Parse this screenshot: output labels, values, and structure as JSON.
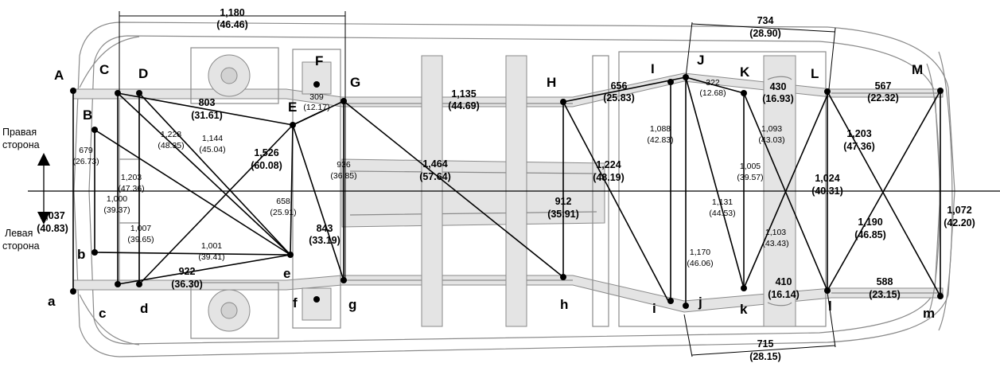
{
  "point_labels": {
    "A": "A",
    "B": "B",
    "C": "C",
    "D": "D",
    "E": "E",
    "F": "F",
    "G": "G",
    "H": "H",
    "I": "I",
    "J": "J",
    "K": "K",
    "L": "L",
    "M": "M",
    "a": "a",
    "b": "b",
    "c": "c",
    "d": "d",
    "e": "e",
    "f": "f",
    "g": "g",
    "h": "h",
    "i": "i",
    "j": "j",
    "k": "k",
    "l": "l",
    "m": "m"
  },
  "sides": {
    "right_line1": "Правая",
    "right_line2": "сторона",
    "left_line1": "Левая",
    "left_line2": "сторона"
  },
  "dimensions": {
    "d1180": [
      "1,180",
      "(46.46)"
    ],
    "d734": [
      "734",
      "(28.90)"
    ],
    "d715": [
      "715",
      "(28.15)"
    ],
    "d803": [
      "803",
      "(31.61)"
    ],
    "d309": [
      "309",
      "(12.17)"
    ],
    "d1135": [
      "1,135",
      "(44.69)"
    ],
    "d656": [
      "656",
      "(25.83)"
    ],
    "d322": [
      "322",
      "(12.68)"
    ],
    "d430": [
      "430",
      "(16.93)"
    ],
    "d567": [
      "567",
      "(22.32)"
    ],
    "d679": [
      "679",
      "(26.73)"
    ],
    "d1228": [
      "1,228",
      "(48.35)"
    ],
    "d1144": [
      "1,144",
      "(45.04)"
    ],
    "d1526": [
      "1,526",
      "(60.08)"
    ],
    "d1203a": [
      "1,203",
      "(47.36)"
    ],
    "d936": [
      "936",
      "(36.85)"
    ],
    "d1464": [
      "1,464",
      "(57.64)"
    ],
    "d1224": [
      "1,224",
      "(48.19)"
    ],
    "d1088": [
      "1,088",
      "(42.83)"
    ],
    "d1093": [
      "1,093",
      "(43.03)"
    ],
    "d1203b": [
      "1,203",
      "(47.36)"
    ],
    "d1005": [
      "1,005",
      "(39.57)"
    ],
    "d1024": [
      "1,024",
      "(40.31)"
    ],
    "d1000": [
      "1,000",
      "(39.37)"
    ],
    "d1037": [
      "1,037",
      "(40.83)"
    ],
    "d1007": [
      "1,007",
      "(39.65)"
    ],
    "d658": [
      "658",
      "(25.91)"
    ],
    "d843": [
      "843",
      "(33.19)"
    ],
    "d912": [
      "912",
      "(35.91)"
    ],
    "d1131": [
      "1,131",
      "(44.53)"
    ],
    "d1103": [
      "1,103",
      "(43.43)"
    ],
    "d1190": [
      "1,190",
      "(46.85)"
    ],
    "d1072": [
      "1,072",
      "(42.20)"
    ],
    "d1001": [
      "1,001",
      "(39.41)"
    ],
    "d922": [
      "922",
      "(36.30)"
    ],
    "d1170": [
      "1,170",
      "(46.06)"
    ],
    "d410": [
      "410",
      "(16.14)"
    ],
    "d588": [
      "588",
      "(23.15)"
    ]
  }
}
